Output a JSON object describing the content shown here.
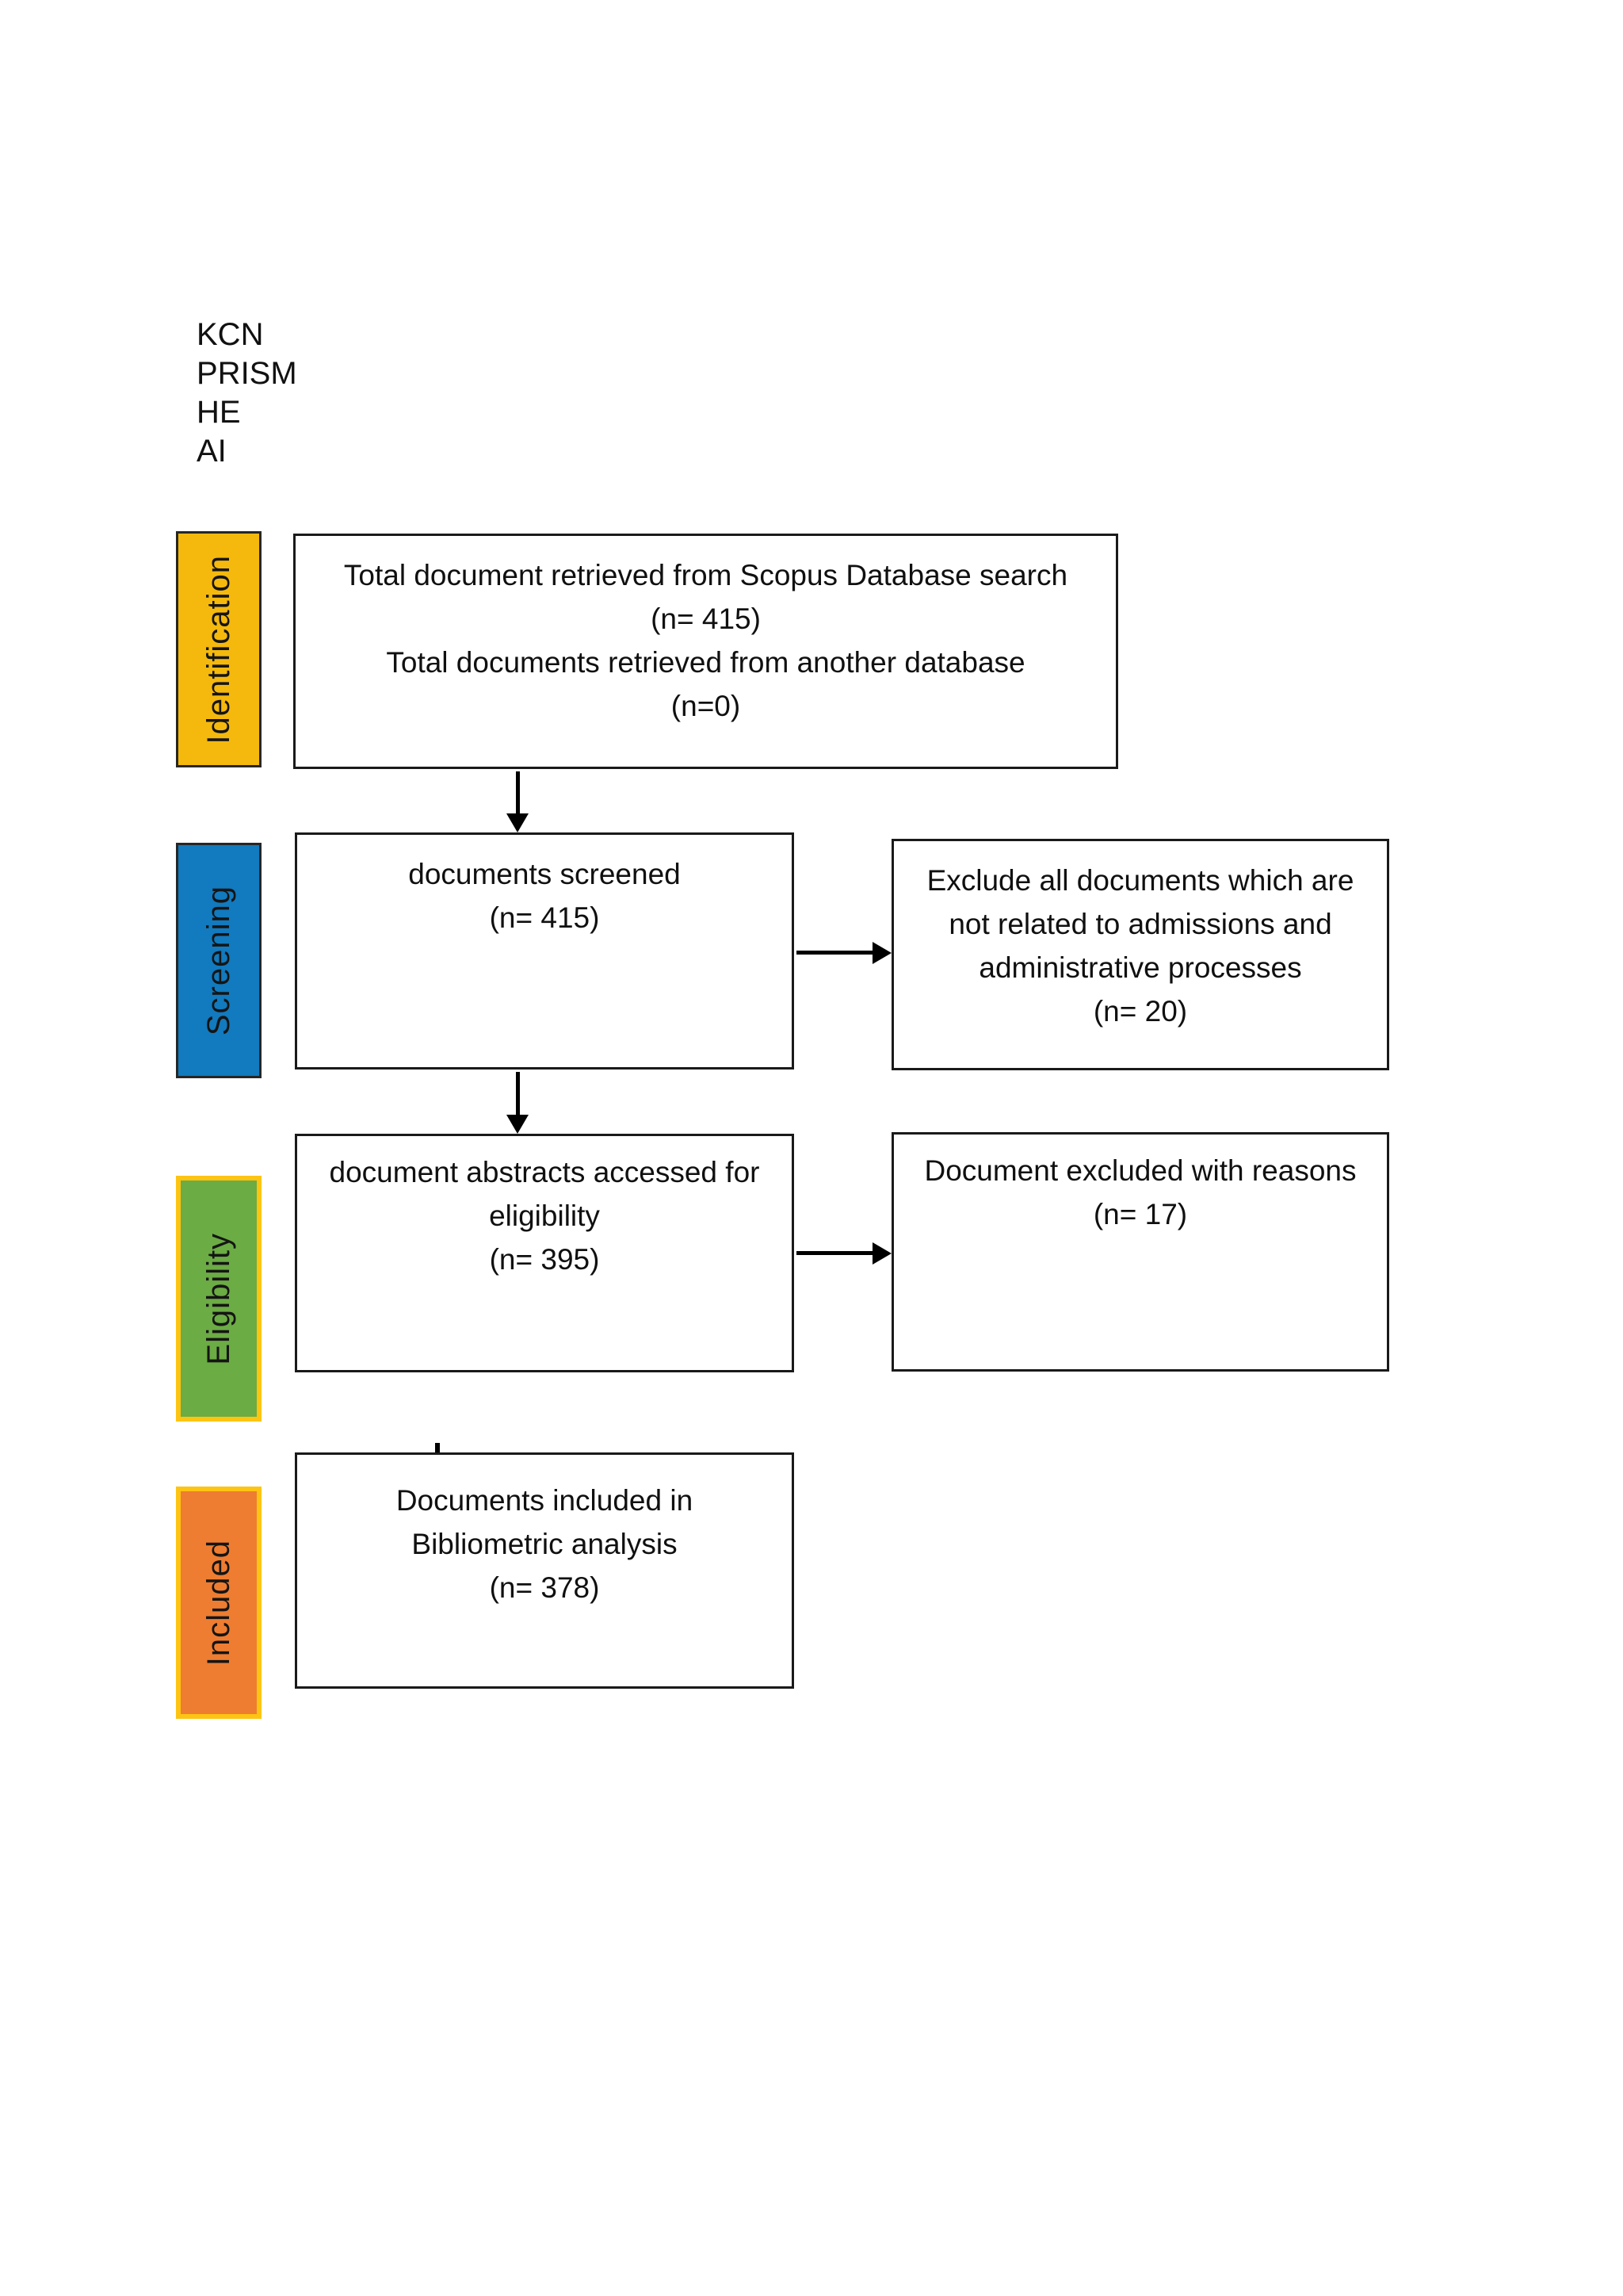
{
  "title_block": {
    "lines": [
      "KCN",
      "PRISM",
      "HE",
      "AI"
    ]
  },
  "stages": {
    "identification": {
      "label": "Identification",
      "color": "#F5B90D",
      "border_color": "#262626"
    },
    "screening": {
      "label": "Screening",
      "color": "#127ABE",
      "border_color": "#262626"
    },
    "eligibility": {
      "label": "Eligibility",
      "color": "#6BAC44",
      "border_color": "#FDC413"
    },
    "included": {
      "label": "Included",
      "color": "#EE7D31",
      "border_color": "#FDC413"
    }
  },
  "boxes": {
    "identification": {
      "lines": [
        "Total document retrieved from Scopus Database search",
        "(n= 415)",
        "Total documents retrieved from another database",
        "(n=0)"
      ]
    },
    "screening": {
      "lines": [
        "documents screened",
        "(n= 415)"
      ]
    },
    "screening_exclusion": {
      "lines": [
        "Exclude all documents which are",
        "not related to admissions and",
        "administrative processes",
        "(n= 20)"
      ]
    },
    "eligibility": {
      "lines": [
        "document abstracts accessed for",
        "eligibility",
        "(n= 395)"
      ]
    },
    "eligibility_exclusion": {
      "lines": [
        "Document excluded with reasons",
        "(n= 17)"
      ]
    },
    "included": {
      "lines": [
        "Documents included in",
        "Bibliometric analysis",
        "(n= 378)"
      ]
    }
  }
}
